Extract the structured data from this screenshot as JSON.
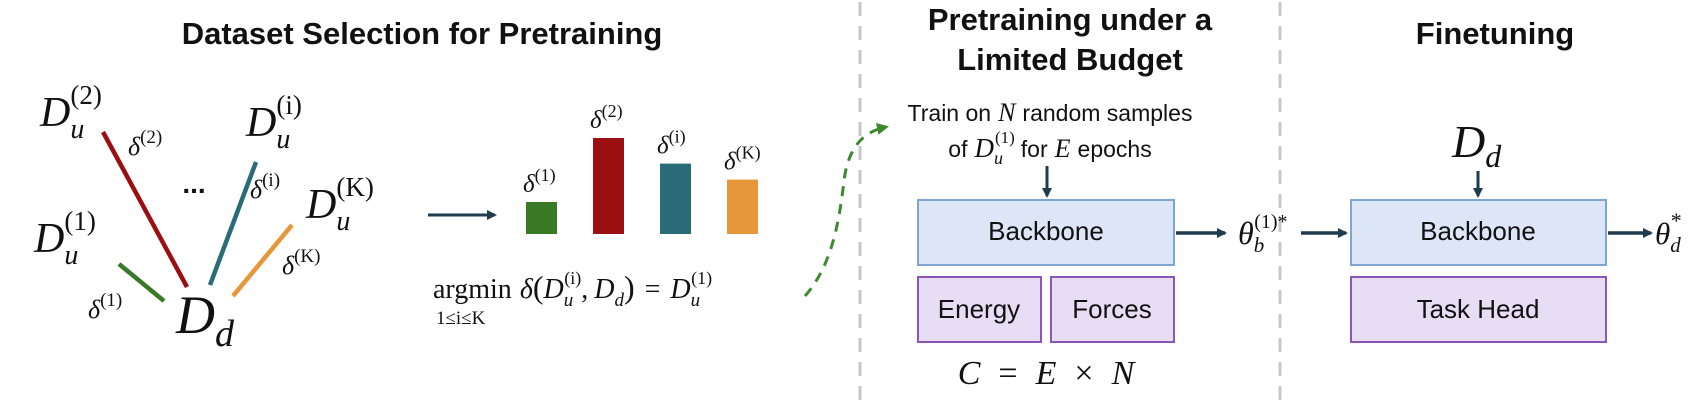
{
  "headings": {
    "dataset_selection": "Dataset Selection for Pretraining",
    "pretraining_line1": "Pretraining under a",
    "pretraining_line2": "Limited Budget",
    "finetuning": "Finetuning"
  },
  "datasets": [
    {
      "symbol": "D",
      "sub": "u",
      "sup": "(2)",
      "delta": "δ",
      "delta_sup": "(2)",
      "color": "#9b0e12"
    },
    {
      "symbol": "D",
      "sub": "u",
      "sup": "(i)",
      "delta": "δ",
      "delta_sup": "(i)",
      "color": "#2a6b78"
    },
    {
      "symbol": "D",
      "sub": "u",
      "sup": "(K)",
      "delta": "δ",
      "delta_sup": "(K)",
      "color": "#e8963a"
    },
    {
      "symbol": "D",
      "sub": "u",
      "sup": "(1)",
      "delta": "δ",
      "delta_sup": "(1)",
      "color": "#3a7a26"
    }
  ],
  "ellipsis": "...",
  "target": {
    "symbol": "D",
    "sub": "d"
  },
  "bars": [
    {
      "label": "δ",
      "sup": "(1)",
      "value": 1.0,
      "color": "#3a7a26"
    },
    {
      "label": "δ",
      "sup": "(2)",
      "value": 3.0,
      "color": "#9b0e12"
    },
    {
      "label": "δ",
      "sup": "(i)",
      "value": 2.2,
      "color": "#2a6b78"
    },
    {
      "label": "δ",
      "sup": "(K)",
      "value": 1.7,
      "color": "#e8963a"
    }
  ],
  "argmin": {
    "op": "argmin",
    "range": "1≤i≤K",
    "delta": "δ",
    "open": "(",
    "D": "D",
    "sub_u": "u",
    "sup_i": "(i)",
    "comma": ",",
    "sub_d": "d",
    "close": ")",
    "equals": "=",
    "sup_1": "(1)"
  },
  "train_note": {
    "line1_a": "Train on",
    "line1_N": "N",
    "line1_b": "random samples",
    "line2_a": "of",
    "line2_D": "D",
    "line2_sub": "u",
    "line2_sup": "(1)",
    "line2_b": "for",
    "line2_E": "E",
    "line2_c": "epochs"
  },
  "pretrain_boxes": {
    "backbone": "Backbone",
    "energy": "Energy",
    "forces": "Forces"
  },
  "cost": {
    "C": "C",
    "eq": "=",
    "E": "E",
    "times": "×",
    "N": "N"
  },
  "theta_b": {
    "symbol": "θ",
    "sub": "b",
    "sup": "(1)*"
  },
  "finetune": {
    "input": {
      "symbol": "D",
      "sub": "d"
    },
    "backbone": "Backbone",
    "head": "Task Head"
  },
  "theta_d": {
    "symbol": "θ",
    "sub": "d",
    "sup": "*"
  },
  "colors": {
    "box_blue_fill": "#dde6f7",
    "box_blue_stroke": "#7fa6d3",
    "box_purple_fill": "#e7ddf5",
    "box_purple_stroke": "#8a56b8",
    "arrow": "#1f3b4d",
    "dashed_arrow": "#3d8a2e",
    "divider": "#c8c8c8"
  }
}
